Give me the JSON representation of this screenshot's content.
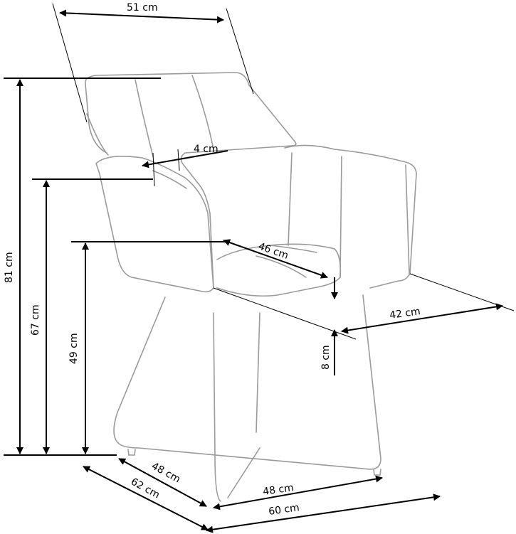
{
  "dimensions": {
    "width_top": "51 cm",
    "armrest_width": "4 cm",
    "total_height": "81 cm",
    "armrest_height": "67 cm",
    "seat_height": "49 cm",
    "seat_depth": "46 cm",
    "seat_thickness": "8 cm",
    "seat_width": "42 cm",
    "base_depth": "48 cm",
    "total_depth": "62 cm",
    "base_width": "48 cm",
    "total_width": "60 cm"
  },
  "colors": {
    "outline": "#9a9a9a",
    "dimension_lines": "#000000"
  }
}
